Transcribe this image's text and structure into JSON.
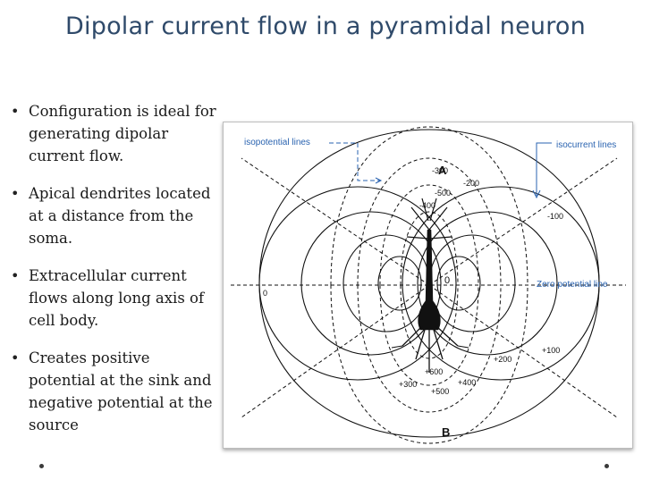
{
  "slide": {
    "title": "Dipolar current flow in a pyramidal neuron"
  },
  "bullets": [
    {
      "text": "Configuration is ideal for generating dipolar current flow."
    },
    {
      "text": "Apical dendrites located at a distance from the soma."
    },
    {
      "text": "Extracellular current flows along long axis of cell body."
    },
    {
      "text": "Creates positive potential at the sink and negative potential at the source"
    }
  ],
  "figure": {
    "callouts": {
      "isopotential": "isopotential lines",
      "isocurrent": "isocurrent lines",
      "zero_potential": "Zero potential line"
    },
    "point_labels": {
      "top": "A",
      "bottom": "B",
      "left_zero": "0",
      "center_zero": "0"
    },
    "potential_labels_top": [
      "-300",
      "-500",
      "-400",
      "-200",
      "-100"
    ],
    "potential_labels_bottom": [
      "+300",
      "+500",
      "+600",
      "+400",
      "+200",
      "+100"
    ],
    "accent_color": "#2a63b0",
    "title_color": "#2f4a6a"
  }
}
